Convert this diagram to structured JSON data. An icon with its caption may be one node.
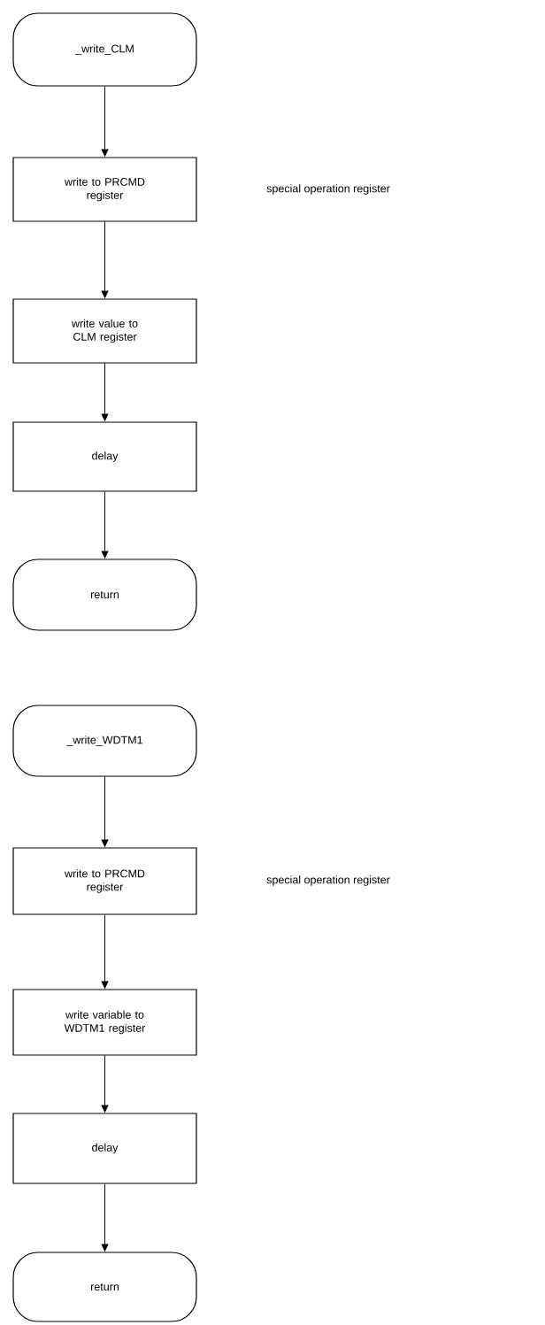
{
  "diagram": {
    "nodes": [
      {
        "text": [
          "_write_CLM"
        ]
      },
      {
        "text": [
          "write to PRCMD register"
        ]
      },
      {
        "text": [
          "write value to CLM register"
        ]
      },
      {
        "text": [
          "delay"
        ]
      },
      {
        "text": [
          "return"
        ]
      },
      {
        "text": [
          "_write_WDTM1"
        ]
      },
      {
        "text": [
          "write to PRCMD register"
        ]
      },
      {
        "text": [
          "write variable to WDTM1 register"
        ]
      },
      {
        "text": [
          "delay"
        ]
      },
      {
        "text": [
          "return"
        ]
      }
    ],
    "edges": [
      {
        "from": 0,
        "to": 1,
        "arrow": "to"
      },
      {
        "from": 1,
        "to": 2,
        "arrow": "to"
      },
      {
        "from": 2,
        "to": 3,
        "arrow": "to"
      },
      {
        "from": 3,
        "to": 4,
        "arrow": "to"
      },
      {
        "from": 5,
        "to": 6,
        "arrow": "to"
      },
      {
        "from": 6,
        "to": 7,
        "arrow": "to"
      },
      {
        "from": 7,
        "to": 8,
        "arrow": "to"
      },
      {
        "from": 8,
        "to": 9,
        "arrow": "to"
      }
    ],
    "labels": [
      "special operation register",
      "special operation register"
    ]
  }
}
